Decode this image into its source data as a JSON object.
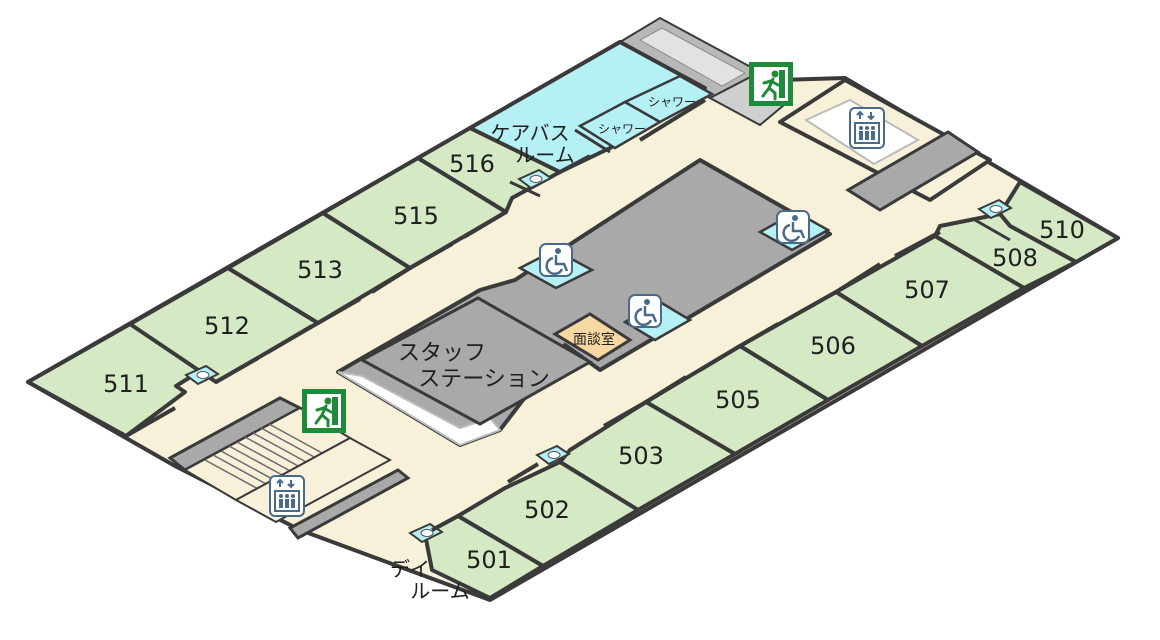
{
  "floor": {
    "rooms": [
      {
        "id": "511",
        "label": "511"
      },
      {
        "id": "512",
        "label": "512"
      },
      {
        "id": "513",
        "label": "513"
      },
      {
        "id": "515",
        "label": "515"
      },
      {
        "id": "516",
        "label": "516"
      },
      {
        "id": "501",
        "label": "501"
      },
      {
        "id": "502",
        "label": "502"
      },
      {
        "id": "503",
        "label": "503"
      },
      {
        "id": "505",
        "label": "505"
      },
      {
        "id": "506",
        "label": "506"
      },
      {
        "id": "507",
        "label": "507"
      },
      {
        "id": "508",
        "label": "508"
      },
      {
        "id": "510",
        "label": "510"
      }
    ],
    "care_bath": {
      "line1": "ケアバス",
      "line2": "ルーム"
    },
    "shower_1": "シャワー",
    "shower_2": "シャワー",
    "staff_station": {
      "line1": "スタッフ",
      "line2": "ステーション"
    },
    "interview_room": "面談室",
    "day_room": {
      "line1": "デイ",
      "line2": "ルーム"
    }
  },
  "icons": {
    "emergency_exit": "emergency-exit-icon",
    "elevator": "elevator-icon",
    "wheelchair": "wheelchair-icon",
    "toilet": "toilet-icon"
  },
  "colors": {
    "room_green": "#d6e9c5",
    "corridor": "#f6f1d8",
    "core_gray": "#a9a9a9",
    "bath_blue": "#b5f0f4",
    "interview_orange": "#f7d8a3",
    "exit_green": "#1f8a3a",
    "icon_blue": "#4a6a8a"
  }
}
